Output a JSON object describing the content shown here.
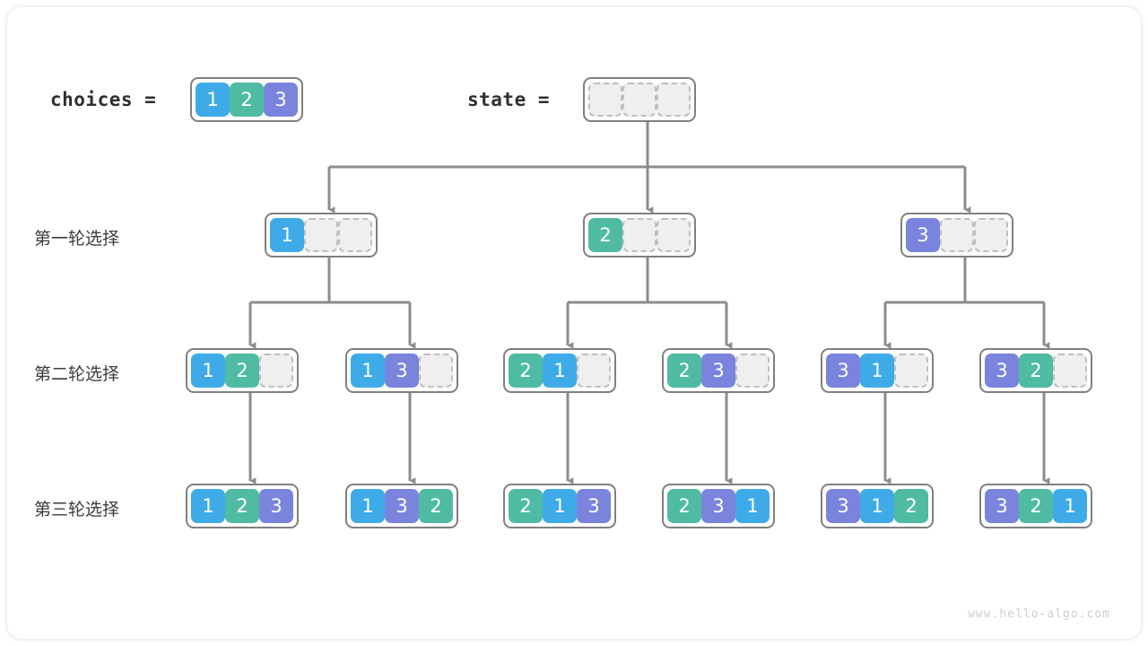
{
  "header": {
    "choices_label": "choices =",
    "choices_values": [
      "1",
      "2",
      "3"
    ],
    "state_label": "state =",
    "state_values": [
      "",
      "",
      ""
    ]
  },
  "rows": [
    {
      "label": "第一轮选择"
    },
    {
      "label": "第二轮选择"
    },
    {
      "label": "第三轮选择"
    }
  ],
  "level1": [
    {
      "values": [
        "1",
        "",
        ""
      ]
    },
    {
      "values": [
        "2",
        "",
        ""
      ]
    },
    {
      "values": [
        "3",
        "",
        ""
      ]
    }
  ],
  "level2": [
    {
      "values": [
        "1",
        "2",
        ""
      ]
    },
    {
      "values": [
        "1",
        "3",
        ""
      ]
    },
    {
      "values": [
        "2",
        "1",
        ""
      ]
    },
    {
      "values": [
        "2",
        "3",
        ""
      ]
    },
    {
      "values": [
        "3",
        "1",
        ""
      ]
    },
    {
      "values": [
        "3",
        "2",
        ""
      ]
    }
  ],
  "level3": [
    {
      "values": [
        "1",
        "2",
        "3"
      ]
    },
    {
      "values": [
        "1",
        "3",
        "2"
      ]
    },
    {
      "values": [
        "2",
        "1",
        "3"
      ]
    },
    {
      "values": [
        "2",
        "3",
        "1"
      ]
    },
    {
      "values": [
        "3",
        "1",
        "2"
      ]
    },
    {
      "values": [
        "3",
        "2",
        "1"
      ]
    }
  ],
  "watermark": "www.hello-algo.com",
  "colors": {
    "value_1": "#3eabe8",
    "value_2": "#4fbba3",
    "value_3": "#7a84dd",
    "empty_cell": "#efefef",
    "empty_border": "#bfbfbf",
    "box_border": "#808080",
    "connector": "#8c8c8c",
    "text": "#2f2f2f",
    "watermark": "#cfcfcf",
    "background": "#ffffff"
  }
}
